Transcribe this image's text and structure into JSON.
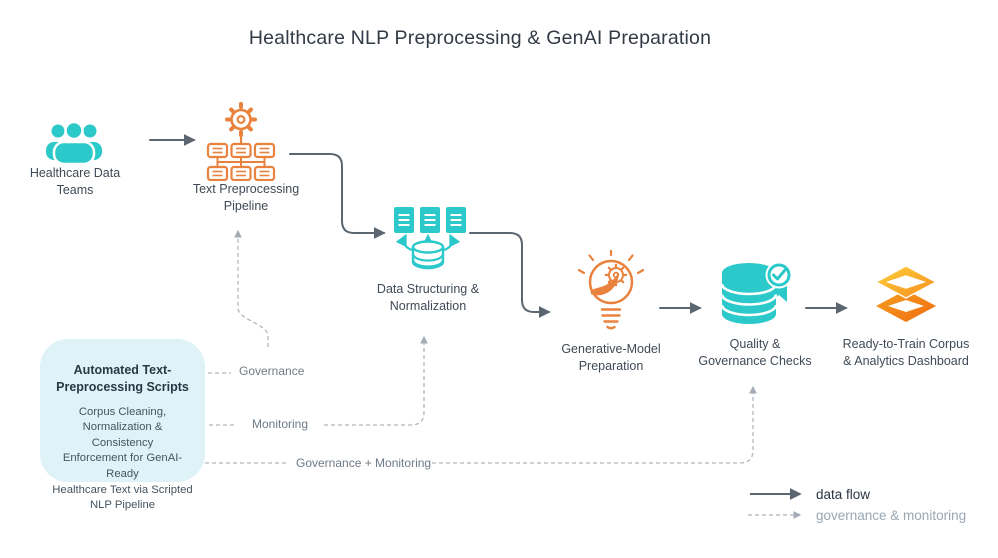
{
  "title": "Healthcare NLP Preprocessing & GenAI Preparation",
  "nodes": {
    "teams": {
      "label": "Healthcare Data\nTeams"
    },
    "pipeline": {
      "label": "Text Preprocessing\nPipeline"
    },
    "structuring": {
      "label": "Data Structuring &\nNormalization"
    },
    "genmodel": {
      "label": "Generative-Model\nPreparation"
    },
    "quality": {
      "label": "Quality &\nGovernance Checks"
    },
    "corpus": {
      "label": "Ready-to-Train Corpus\n& Analytics Dashboard"
    }
  },
  "callout": {
    "title": "Automated Text-\nPreprocessing Scripts",
    "body": "Corpus Cleaning,\nNormalization & Consistency\nEnforcement for GenAI-Ready\nHealthcare Text via Scripted\nNLP Pipeline"
  },
  "flow_labels": {
    "governance": "Governance",
    "monitoring": "Monitoring",
    "governance_monitoring": "Governance + Monitoring"
  },
  "legend": {
    "data_flow": "data flow",
    "governance_monitoring": "governance & monitoring"
  },
  "colors": {
    "teal": "#2bc9c9",
    "orange": "#e8823d",
    "arrow": "#5b6670",
    "dashed": "#b0b8bf",
    "callout_bg": "#def2f7"
  }
}
